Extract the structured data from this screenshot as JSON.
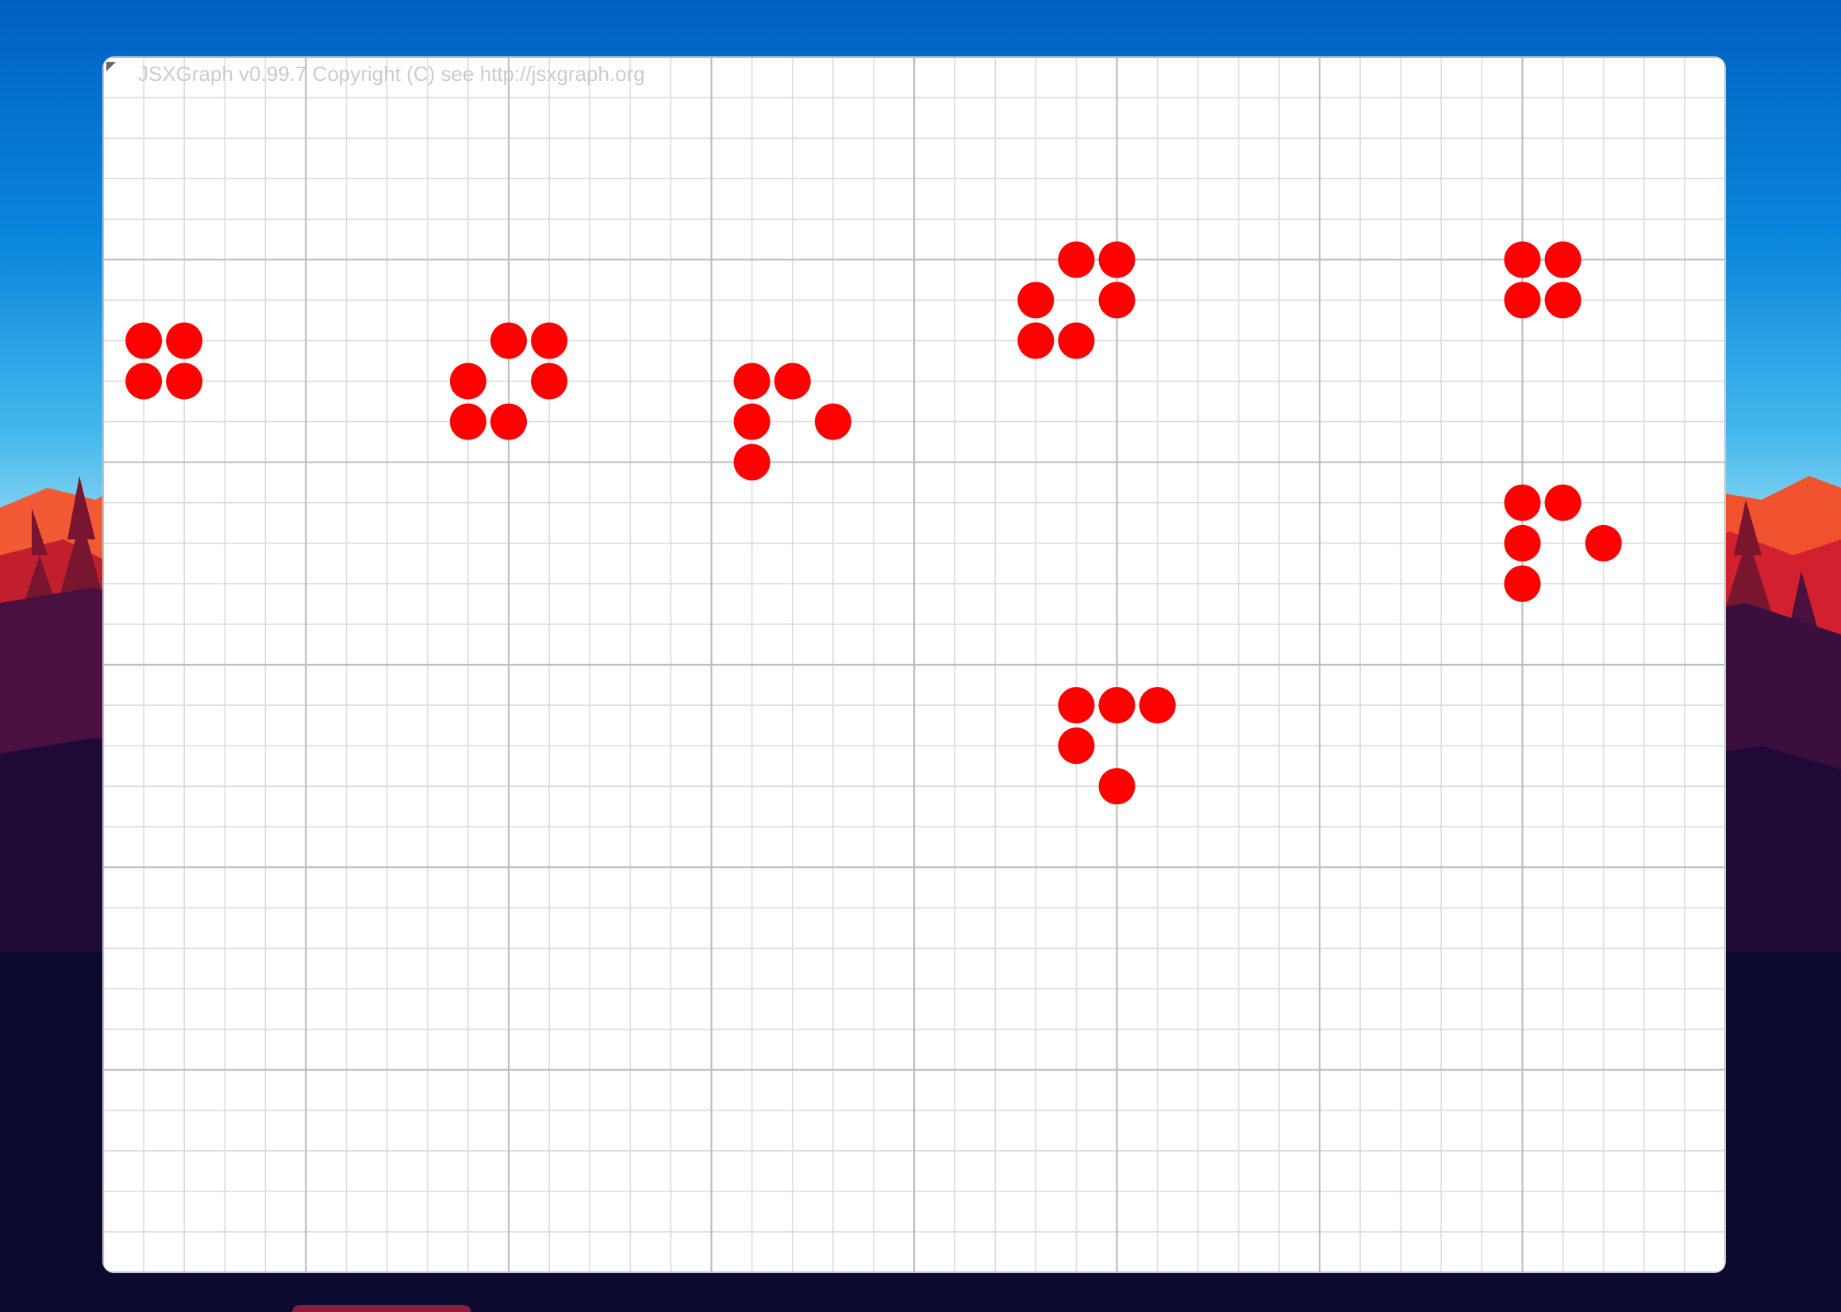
{
  "board": {
    "copyright": "JSXGraph v0.99.7 Copyright (C) see http://jsxgraph.org",
    "grid": {
      "columns": 40,
      "rows": 30,
      "major_every": 5,
      "minor_color": "#dcdcdc",
      "major_color": "#bdbdbd"
    },
    "point_color": "#ff0000",
    "points": [
      {
        "col": 1,
        "row": 7
      },
      {
        "col": 2,
        "row": 7
      },
      {
        "col": 1,
        "row": 8
      },
      {
        "col": 2,
        "row": 8
      },
      {
        "col": 10,
        "row": 7
      },
      {
        "col": 11,
        "row": 7
      },
      {
        "col": 9,
        "row": 8
      },
      {
        "col": 11,
        "row": 8
      },
      {
        "col": 9,
        "row": 9
      },
      {
        "col": 10,
        "row": 9
      },
      {
        "col": 16,
        "row": 8
      },
      {
        "col": 17,
        "row": 8
      },
      {
        "col": 16,
        "row": 9
      },
      {
        "col": 18,
        "row": 9
      },
      {
        "col": 16,
        "row": 10
      },
      {
        "col": 24,
        "row": 5
      },
      {
        "col": 25,
        "row": 5
      },
      {
        "col": 23,
        "row": 6
      },
      {
        "col": 25,
        "row": 6
      },
      {
        "col": 23,
        "row": 7
      },
      {
        "col": 24,
        "row": 7
      },
      {
        "col": 35,
        "row": 5
      },
      {
        "col": 36,
        "row": 5
      },
      {
        "col": 35,
        "row": 6
      },
      {
        "col": 36,
        "row": 6
      },
      {
        "col": 35,
        "row": 11
      },
      {
        "col": 36,
        "row": 11
      },
      {
        "col": 35,
        "row": 12
      },
      {
        "col": 37,
        "row": 12
      },
      {
        "col": 35,
        "row": 13
      },
      {
        "col": 24,
        "row": 16
      },
      {
        "col": 25,
        "row": 16
      },
      {
        "col": 26,
        "row": 16
      },
      {
        "col": 24,
        "row": 17
      },
      {
        "col": 25,
        "row": 18
      }
    ]
  },
  "colors": {
    "sky_top": "#0063c4",
    "sky_bottom": "#7fd4f2",
    "mountain": "#e0402e",
    "forest": "#3a0d3f",
    "ground": "#0e0a33"
  }
}
